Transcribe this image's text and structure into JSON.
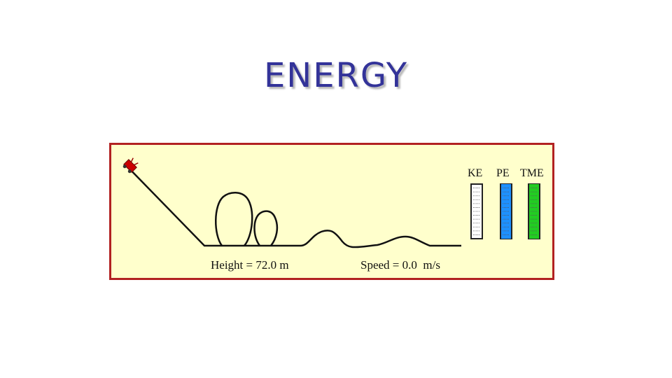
{
  "slide": {
    "title": "ENERGY"
  },
  "simulation": {
    "height_label": "Height =",
    "height_value": "72.0",
    "height_unit": "m",
    "speed_label": "Speed =",
    "speed_value": "0.0",
    "speed_unit": "m/s",
    "bars": [
      {
        "label": "KE",
        "level": 0,
        "fill_color": "#ffffff"
      },
      {
        "label": "PE",
        "level": 1,
        "fill_color": "#1e90ff"
      },
      {
        "label": "TME",
        "level": 1,
        "fill_color": "#22cc22"
      }
    ]
  },
  "colors": {
    "title": "#333399",
    "panel_background": "#ffffcc",
    "panel_border": "#b22222",
    "track": "#111111",
    "cart": "#cc0000"
  }
}
